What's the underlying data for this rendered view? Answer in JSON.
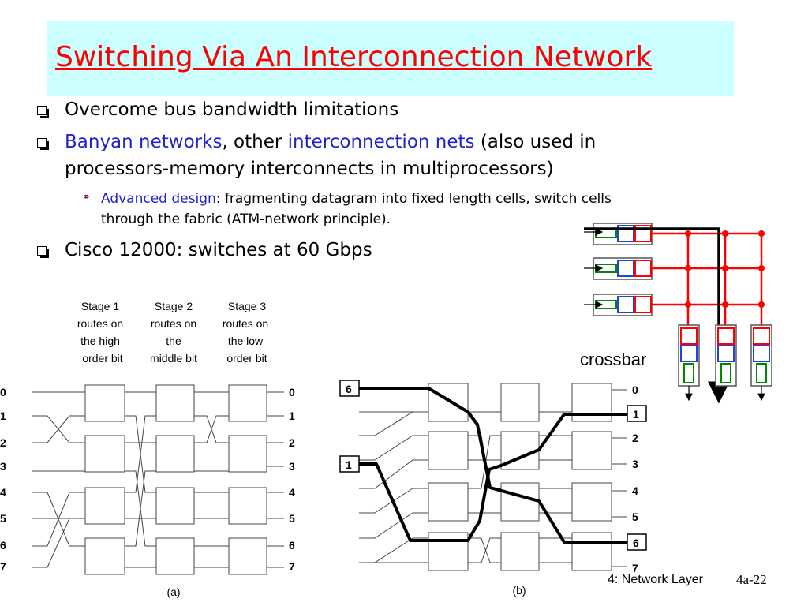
{
  "slide": {
    "title": "Switching Via An Interconnection Network",
    "bullets": [
      {
        "text": "Overcome bus bandwidth limitations"
      },
      {
        "part1": "Banyan networks",
        "part2": ", other ",
        "part3": "interconnection nets",
        "part4": " (also used in",
        "line2": "processors-memory interconnects in multiprocessors)"
      },
      {
        "text": "Cisco 12000: switches at 60 Gbps"
      }
    ],
    "sub_bullet": {
      "part1": "Advanced design",
      "part2": ": fragmenting datagram into fixed length cells, switch cells",
      "line2": "through the fabric (ATM-network principle)."
    },
    "footer_left": "4: Network Layer",
    "footer_right": "4a-22"
  },
  "diagram_a": {
    "stage_headers": [
      [
        "Stage 1",
        "routes on",
        "the high",
        "order bit"
      ],
      [
        "Stage 2",
        "routes on",
        "the",
        "middle bit"
      ],
      [
        "Stage 3",
        "routes on",
        "the low",
        "order bit"
      ]
    ],
    "port_labels": [
      "0",
      "1",
      "2",
      "3",
      "4",
      "5",
      "6",
      "7"
    ],
    "caption": "(a)"
  },
  "diagram_b": {
    "input_labels": [
      "6",
      "1"
    ],
    "output_labels": [
      "0",
      "1",
      "2",
      "3",
      "4",
      "5",
      "6",
      "7"
    ],
    "caption": "(b)"
  },
  "crossbar": {
    "label": "crossbar",
    "colors": {
      "red": "#ff0000",
      "blue": "#2244dd",
      "green": "#008800",
      "path": "#000000"
    }
  }
}
